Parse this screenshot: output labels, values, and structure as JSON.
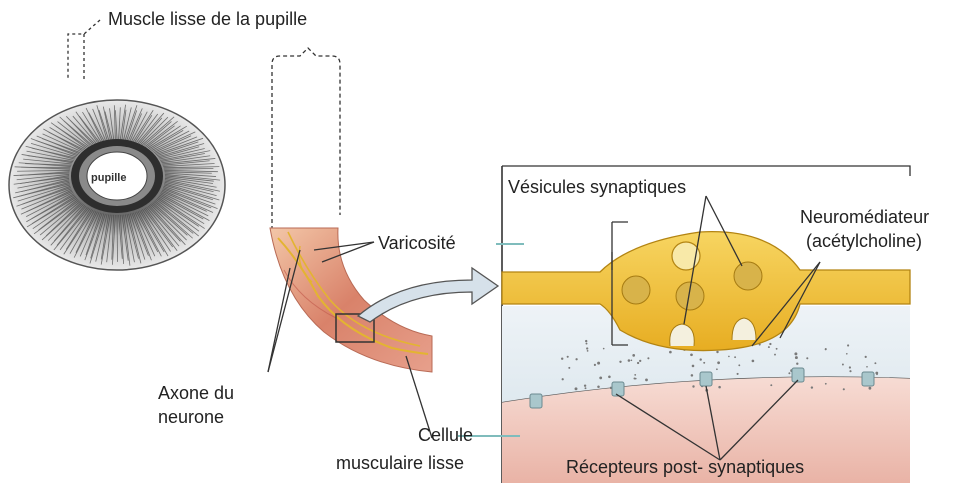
{
  "labels": {
    "muscle_title": "Muscle lisse de la pupille",
    "pupil": "pupille",
    "varicosity": "Varicosité",
    "axon_line1": "Axone du",
    "axon_line2": "neurone",
    "cell_line1": "Cellule",
    "cell_line2": "musculaire lisse",
    "vesicles": "Vésicules synaptiques",
    "neuro_line1": "Neuromédiateur",
    "neuro_line2": "(acétylcholine)",
    "receptors": "Récepteurs post- synaptiques"
  },
  "colors": {
    "iris_ring": "#9a9a9a",
    "axon_yellow": "#f2c12e",
    "axon_yellow_dark": "#c9951a",
    "cleft": "#e4edf3",
    "muscle_pink": "#f0c8be",
    "receptor": "#a9c7cc"
  }
}
